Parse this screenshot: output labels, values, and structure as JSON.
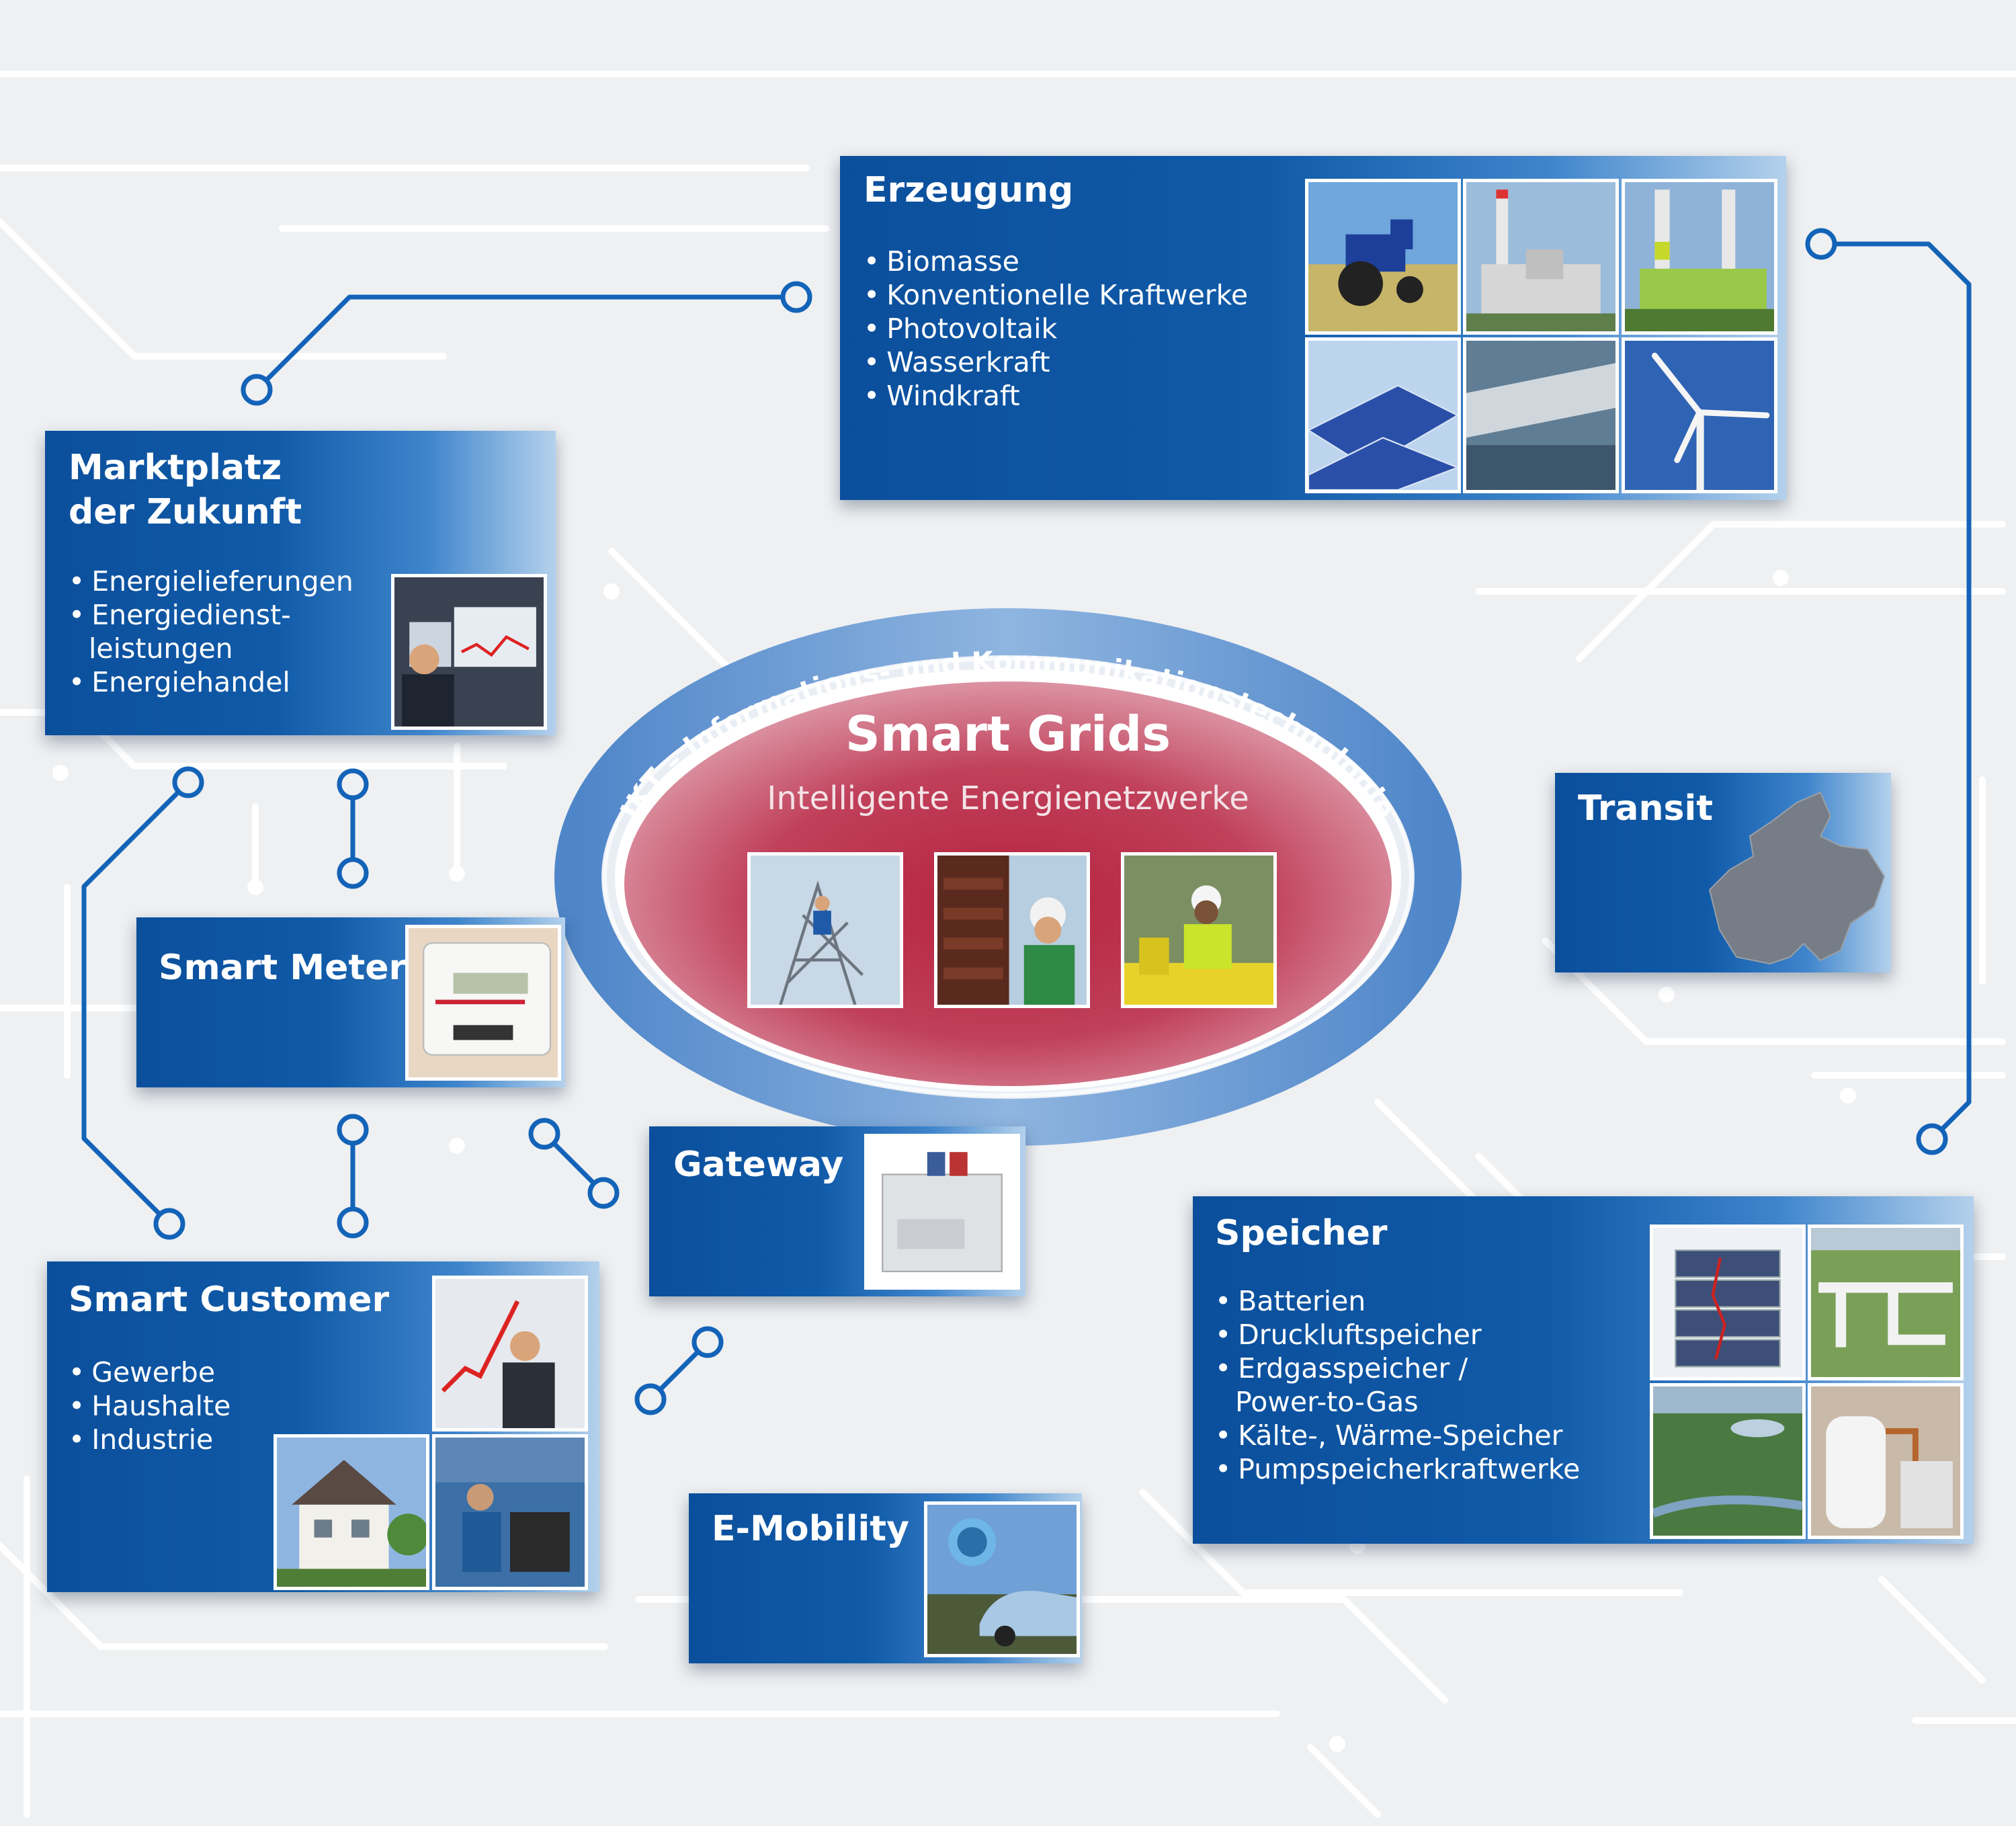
{
  "ikt_ring": {
    "label": "IKT – Informations- und Kommunikationstechnologie"
  },
  "center": {
    "title": "Smart Grids",
    "subtitle": "Intelligente Energienetzwerke"
  },
  "erzeugung": {
    "title": "Erzeugung",
    "items": [
      "Biomasse",
      "Konventionelle Kraftwerke",
      "Photovoltaik",
      "Wasserkraft",
      "Windkraft"
    ]
  },
  "marktplatz": {
    "title_line1": "Marktplatz",
    "title_line2": "der Zukunft",
    "items": [
      "Energielieferungen",
      "Energiedienst-",
      "leistungen",
      "Energiehandel"
    ]
  },
  "smart_meter": {
    "title": "Smart Meter"
  },
  "transit": {
    "title": "Transit"
  },
  "gateway": {
    "title": "Gateway"
  },
  "smart_customer": {
    "title": "Smart Customer",
    "items": [
      "Gewerbe",
      "Haushalte",
      "Industrie"
    ]
  },
  "e_mobility": {
    "title": "E-Mobility"
  },
  "speicher": {
    "title": "Speicher",
    "items": [
      "Batterien",
      "Druckluftspeicher",
      "Erdgasspeicher /",
      "Power-to-Gas",
      "Kälte-, Wärme-Speicher",
      "Pumpspeicherkraftwerke"
    ]
  },
  "colors": {
    "box_blue": "#0b4f9c",
    "ring_blue": "#5a8ccc",
    "center_red": "#b22a45",
    "background": "#eef0f2",
    "connector": "#1363b8"
  }
}
